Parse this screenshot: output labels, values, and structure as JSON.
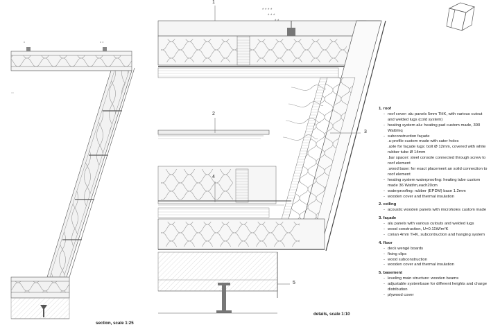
{
  "callouts": [
    "1",
    "2",
    "3",
    "4",
    "5"
  ],
  "captions": {
    "section": "section, scale 1:25",
    "details": "details, scale 1:10"
  },
  "legend": [
    {
      "title": "1. roof",
      "items": [
        {
          "text": "roof cover: alu panels 5mm THK, with various cutout and welded lugs (cold system)"
        },
        {
          "text": "heating system alu: heating pad custom made, 300 Watt/mq"
        },
        {
          "text": "subconstruction façade"
        },
        {
          "text": ".u-profile custom made with sater holes",
          "sub": true
        },
        {
          "text": ".axle for façade lugs: bolt Ø 12mm, covered with white rubber tube Ø 14mm",
          "sub": true
        },
        {
          "text": ".bar spacer: steel console connected through screw to roof element",
          "sub": true
        },
        {
          "text": ".wood base: for exact placement an solid connection to roof element",
          "sub": true
        },
        {
          "text": "heating system waterproofing: heating tube custom made 36 Watt/m,each20cm"
        },
        {
          "text": "waterproofing: rubber (EPDM) base 1.2mm"
        },
        {
          "text": "wooden cover and thermal insulation"
        }
      ]
    },
    {
      "title": "2. ceiling",
      "items": [
        {
          "text": "acoustic wooden panels with microholes custom made"
        }
      ]
    },
    {
      "title": "3. façade",
      "items": [
        {
          "text": "alu panels with various cutouts and welded lugs"
        },
        {
          "text": "wood construction, U=0.11W/m²K"
        },
        {
          "text": "corian 4mm THK, subcontruction and hanging system"
        }
      ]
    },
    {
      "title": "4. floor",
      "items": [
        {
          "text": "deck wengé boards"
        },
        {
          "text": "fixing clips"
        },
        {
          "text": "wood subconstruction"
        },
        {
          "text": "wooden cover and thermal insulation"
        }
      ]
    },
    {
      "title": "5. basement",
      "items": [
        {
          "text": "leveling main structure: wooden beams"
        },
        {
          "text": "adjustable systembase for different heights and charge distribution"
        },
        {
          "text": "plywood cover"
        }
      ]
    }
  ]
}
